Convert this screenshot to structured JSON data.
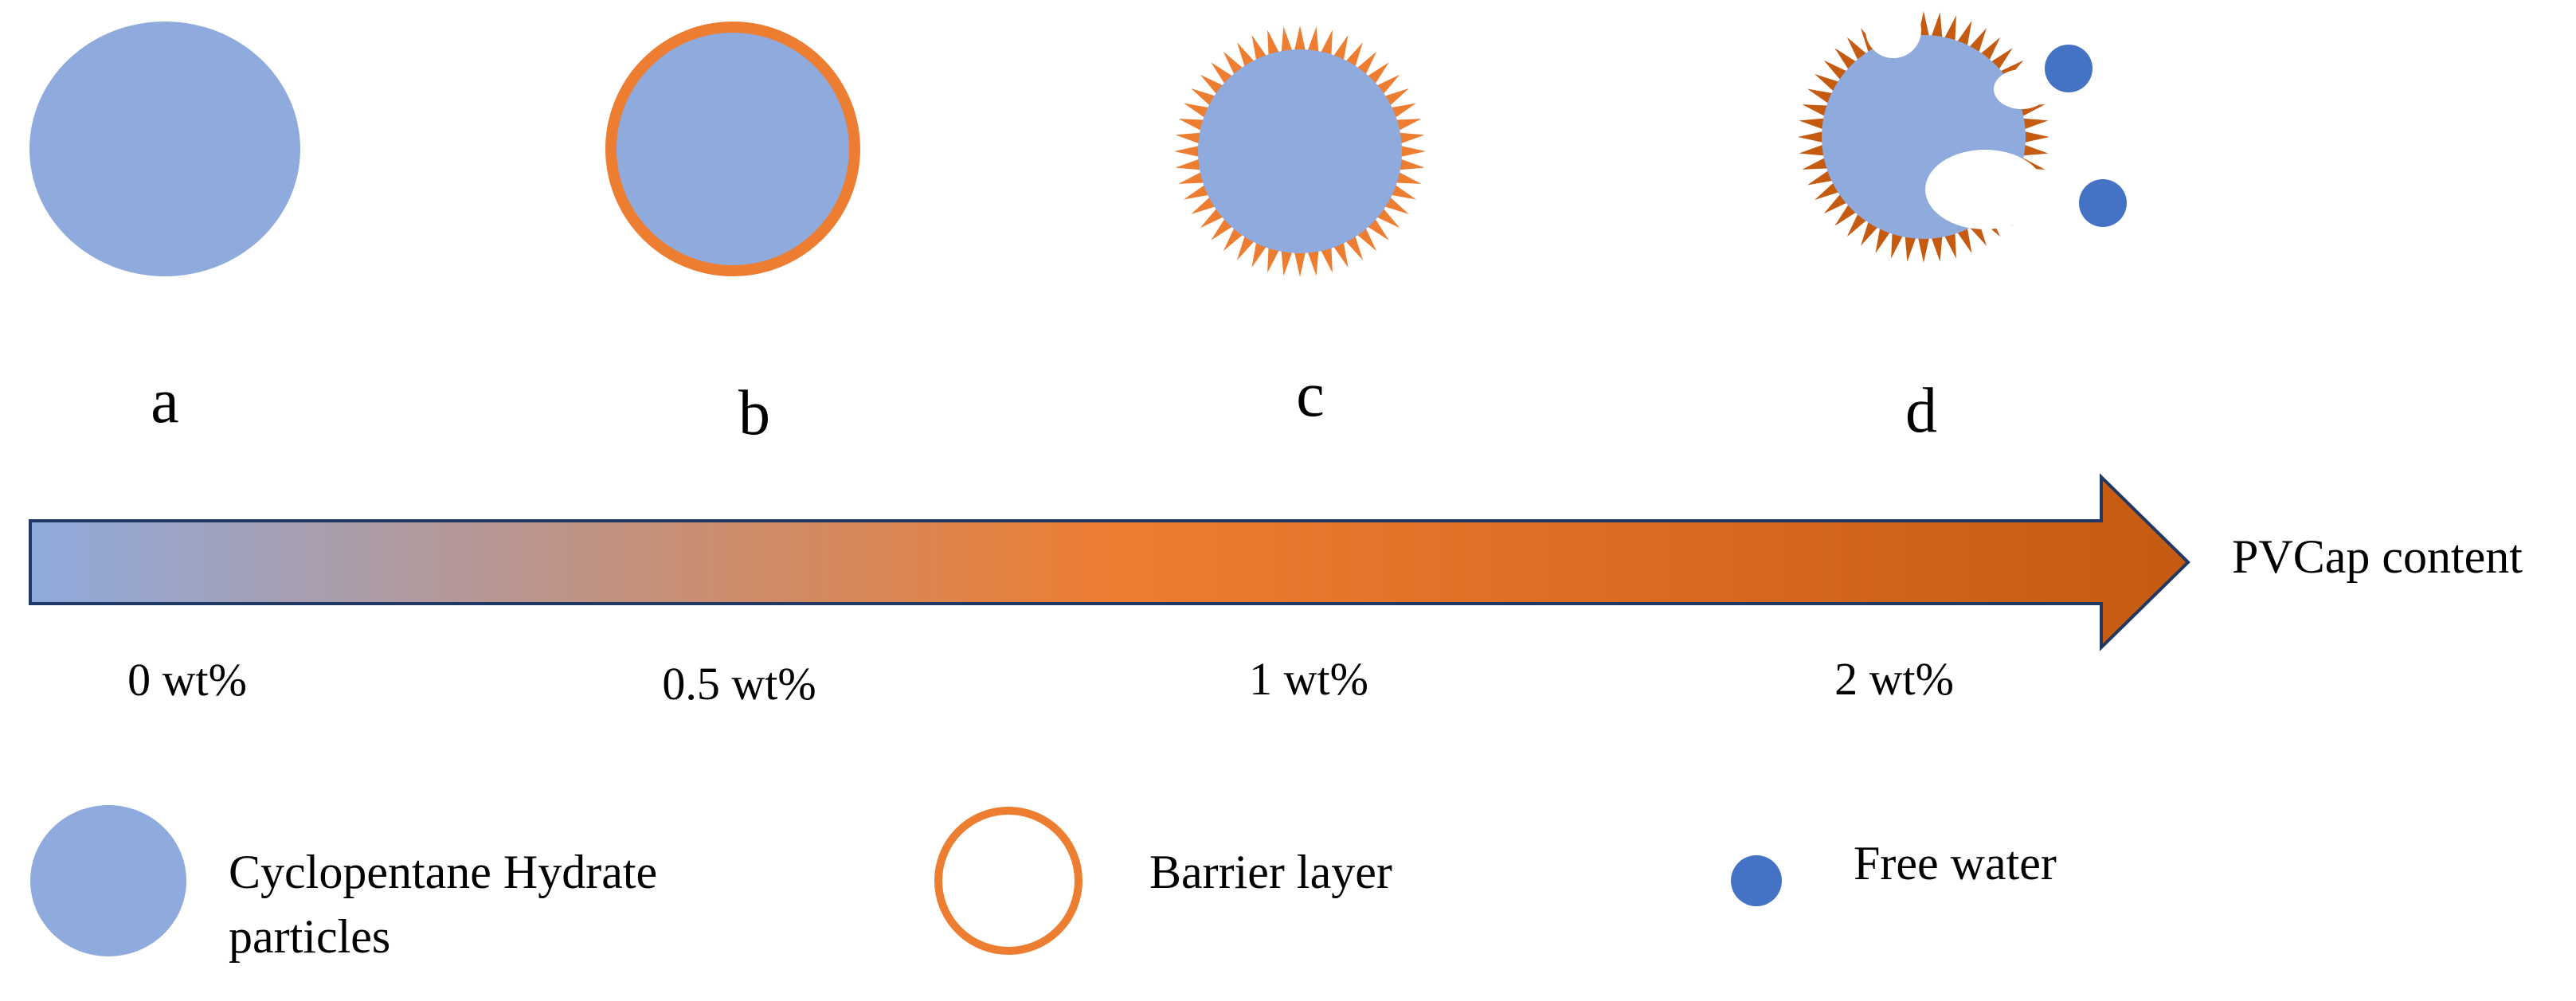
{
  "colors": {
    "hydrate": "#8FAADC",
    "barrier": "#ED7D31",
    "barrier_dark": "#C55A11",
    "free_water": "#4472C4",
    "arrow_outline": "#1F3864"
  },
  "stages": [
    {
      "label": "a",
      "concentration": "0 wt%",
      "state": "bare-particle"
    },
    {
      "label": "b",
      "concentration": "0.5 wt%",
      "state": "smooth-barrier"
    },
    {
      "label": "c",
      "concentration": "1 wt%",
      "state": "spiky-barrier"
    },
    {
      "label": "d",
      "concentration": "2 wt%",
      "state": "broken-barrier-with-free-water"
    }
  ],
  "arrow": {
    "label": "PVCap content"
  },
  "legend": [
    {
      "icon": "hydrate-particle-icon",
      "line1": "Cyclopentane Hydrate",
      "line2": "particles"
    },
    {
      "icon": "barrier-ring-icon",
      "line1": "Barrier layer"
    },
    {
      "icon": "free-water-icon",
      "line1": "Free water"
    }
  ]
}
